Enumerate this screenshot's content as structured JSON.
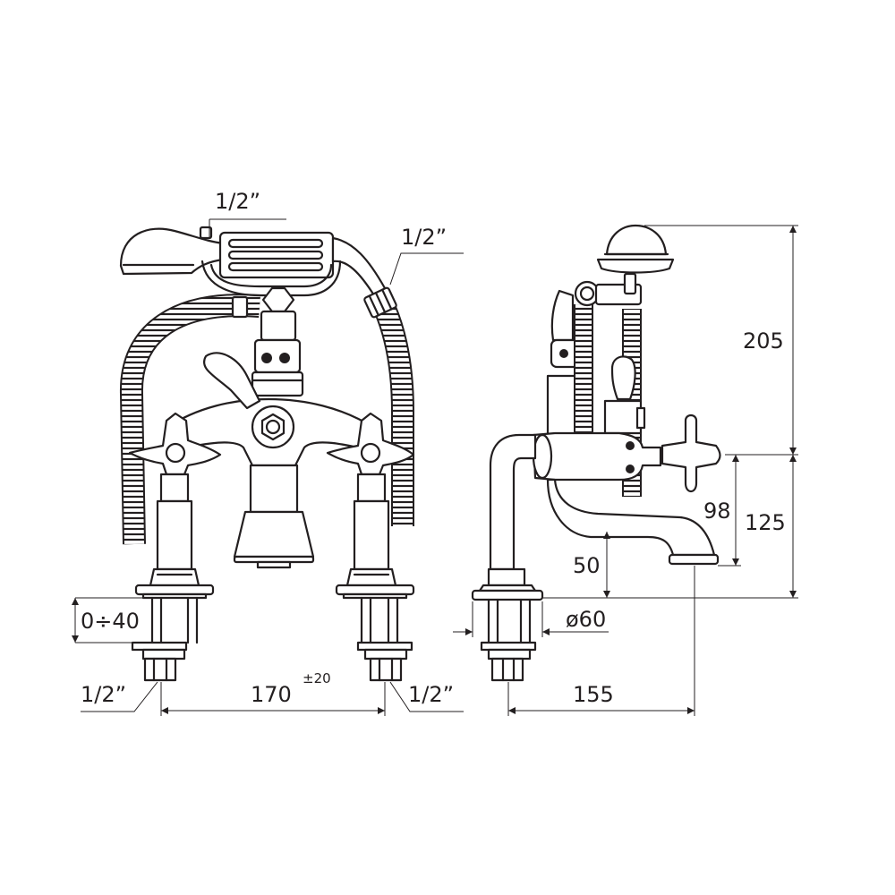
{
  "dimensions": {
    "inlet_top": "1/2”",
    "inlet_right": "1/2”",
    "inlet_left_bottom": "1/2”",
    "inlet_right_bottom": "1/2”",
    "adjust_range": "0÷40",
    "centers": "170",
    "centers_tolerance": "±20",
    "flange_diameter": "ø60",
    "projection": "155",
    "total_height": "205",
    "handle_height": "98",
    "body_height": "125",
    "spout_height": "50"
  },
  "colors": {
    "line": "#231f20",
    "background": "#ffffff"
  }
}
